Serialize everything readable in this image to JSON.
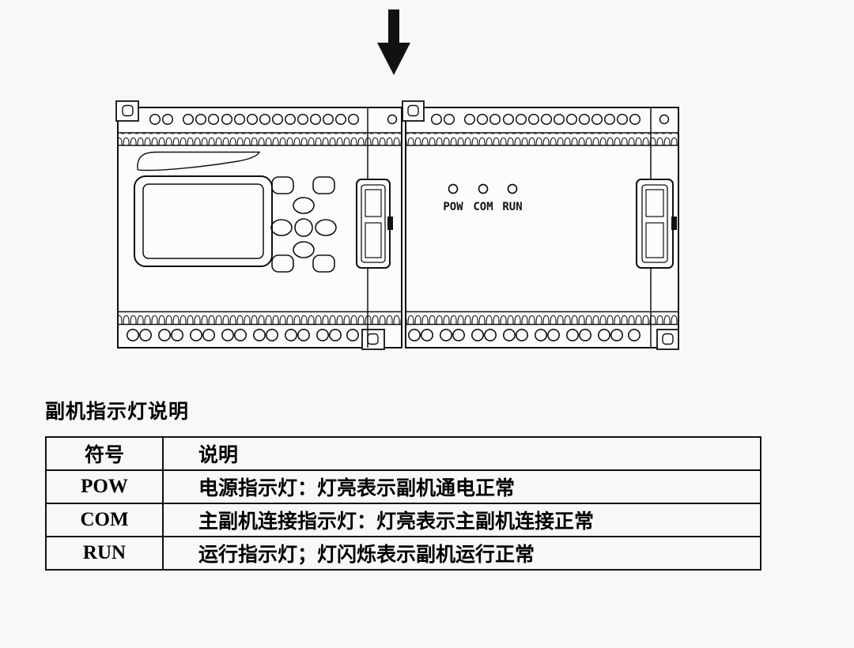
{
  "page": {
    "background": "#f8f8f8"
  },
  "diagram": {
    "leds": [
      {
        "label": "POW"
      },
      {
        "label": "COM"
      },
      {
        "label": "RUN"
      }
    ]
  },
  "section": {
    "title": "副机指示灯说明"
  },
  "table": {
    "headers": {
      "symbol": "符号",
      "description": "说明"
    },
    "rows": [
      {
        "symbol": "POW",
        "description": "电源指示灯：灯亮表示副机通电正常"
      },
      {
        "symbol": "COM",
        "description": "主副机连接指示灯：灯亮表示主副机连接正常"
      },
      {
        "symbol": "RUN",
        "description": "运行指示灯；灯闪烁表示副机运行正常"
      }
    ]
  },
  "colors": {
    "line": "#111111",
    "background": "#f8f8f8"
  }
}
